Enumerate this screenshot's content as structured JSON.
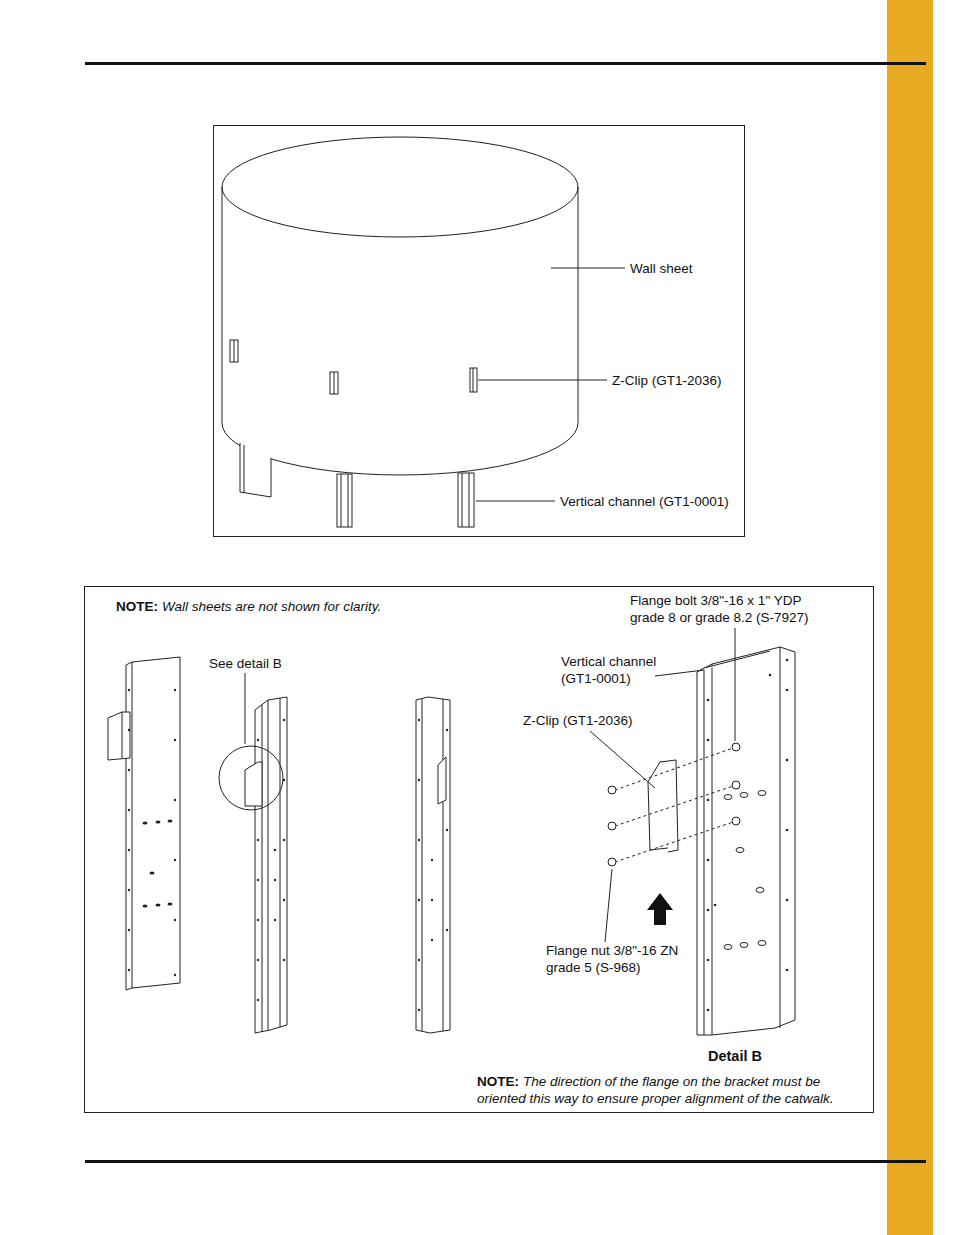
{
  "diagram": {
    "labels": [
      "Wall sheet",
      "Z-Clip (GT1-2036)",
      "Vertical channel (GT1-0001)",
      "NOTE:",
      "Wall sheets are not shown for clarity.",
      "See detail B",
      "Flange bolt 3/8\"-16 x 1\" YDP grade 8 or grade 8.2 (S-7927)",
      "Vertical channel (GT1-0001)",
      "Z-Clip (GT1-2036)",
      "Flange nut 3/8\"-16 ZN grade 5 (S-968)",
      "Detail B",
      "NOTE:",
      "The direction of the flange on the bracket must be oriented this way to ensure proper alignment of the catwalk."
    ]
  }
}
